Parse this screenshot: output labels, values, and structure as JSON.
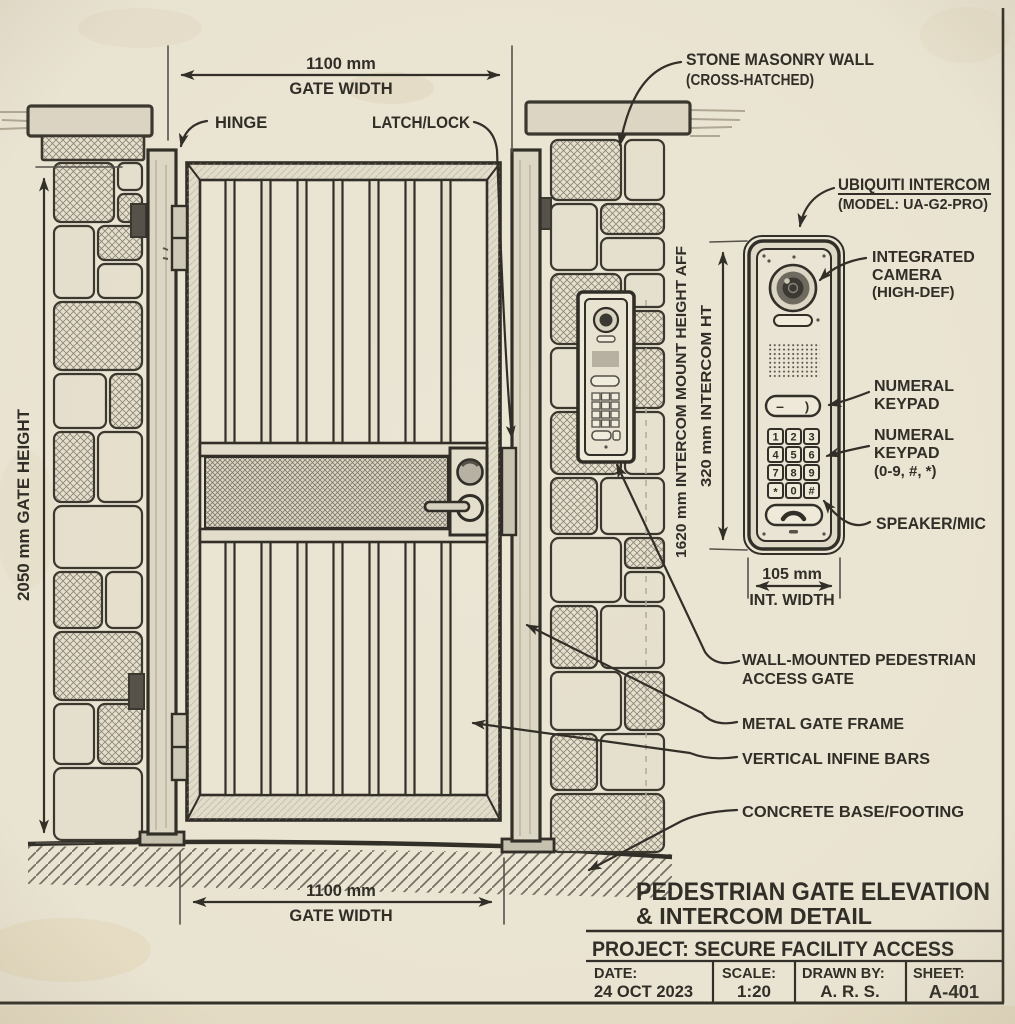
{
  "drawing": {
    "dims": {
      "gate_width_top": {
        "value": "1100 mm",
        "label": "GATE WIDTH"
      },
      "gate_width_bottom": {
        "value": "1100 mm",
        "label": "GATE WIDTH"
      },
      "gate_height": "2050 mm GATE HEIGHT",
      "intercom_mount_height": "1620 mm INTERCOM MOUNT HEIGHT AFF",
      "intercom_height": "320 mm INTERCOM HT",
      "intercom_width": {
        "value": "105 mm",
        "label": "INT. WIDTH"
      }
    },
    "callouts": {
      "hinge": "HINGE",
      "latch": "LATCH/LOCK",
      "stone_wall": [
        "STONE MASONRY WALL",
        "(CROSS-HATCHED)"
      ],
      "intercom": [
        "UBIQUITI INTERCOM",
        "(MODEL: UA-G2-PRO)"
      ],
      "camera": [
        "INTEGRATED",
        "CAMERA",
        "(HIGH-DEF)"
      ],
      "keypad_nav": [
        "NUMERAL",
        "KEYPAD"
      ],
      "keypad": [
        "NUMERAL",
        "KEYPAD",
        "(0-9, #, *)"
      ],
      "speaker": "SPEAKER/MIC",
      "access_gate": [
        "WALL-MOUNTED PEDESTRIAN",
        "ACCESS GATE"
      ],
      "frame": "METAL GATE FRAME",
      "bars": "VERTICAL INFINE BARS",
      "footing": "CONCRETE BASE/FOOTING"
    },
    "intercom_detail": {
      "nav_left": "–",
      "nav_right": ")",
      "keys": [
        "1",
        "2",
        "3",
        "4",
        "5",
        "6",
        "7",
        "8",
        "9",
        "*",
        "0",
        "#"
      ]
    },
    "titleblock": {
      "title_line1": "PEDESTRIAN GATE ELEVATION",
      "title_line2": "& INTERCOM DETAIL",
      "project": "PROJECT: SECURE FACILITY ACCESS",
      "date_label": "DATE:",
      "date": "24 OCT 2023",
      "scale_label": "SCALE:",
      "scale": "1:20",
      "drawn_label": "DRAWN BY:",
      "drawn_by": "A. R. S.",
      "sheet_label": "SHEET:",
      "sheet": "A-401"
    },
    "colors": {
      "paper": "#ebe5d4",
      "ink": "#312e27"
    }
  }
}
